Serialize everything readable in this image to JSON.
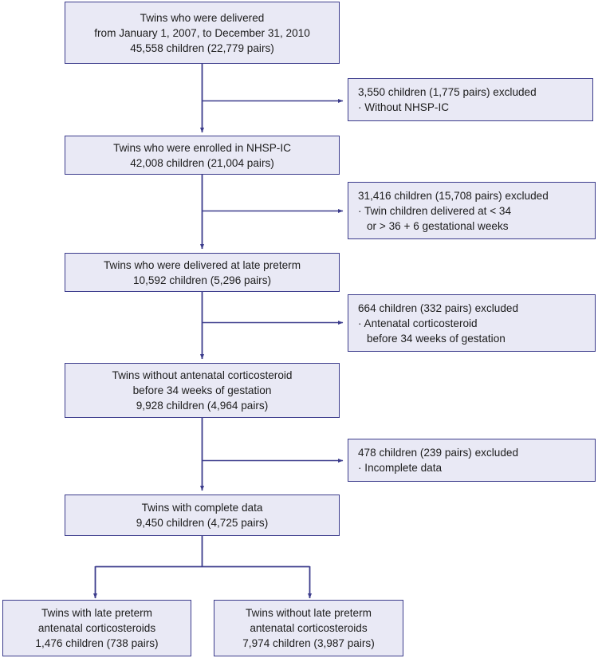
{
  "diagram": {
    "title": "Twins study participant flow diagram",
    "colors": {
      "box_fill": "#e9e9f5",
      "box_border": "#3c3c8c",
      "connector": "#3c3c8c",
      "text": "#1d1d1d",
      "background": "#ffffff"
    },
    "main_nodes": [
      {
        "id": "node-source-population",
        "lines": [
          "Twins who were delivered",
          "from January 1, 2007, to December 31, 2010",
          "45,558 children (22,779 pairs)"
        ]
      },
      {
        "id": "node-enrolled-nhsp-ic",
        "lines": [
          "Twins who were enrolled in NHSP-IC",
          "42,008 children (21,004 pairs)"
        ]
      },
      {
        "id": "node-late-preterm",
        "lines": [
          "Twins who were delivered at late preterm",
          "10,592 children (5,296 pairs)"
        ]
      },
      {
        "id": "node-without-early-corticosteroid",
        "lines": [
          "Twins without antenatal corticosteroid",
          "before 34 weeks of gestation",
          "9,928 children (4,964 pairs)"
        ]
      },
      {
        "id": "node-complete-data",
        "lines": [
          "Twins with complete data",
          "9,450 children (4,725 pairs)"
        ]
      }
    ],
    "exclusion_nodes": [
      {
        "id": "exclusion-without-nhsp-ic",
        "lines": [
          "3,550 children (1,775 pairs) excluded",
          "· Without NHSP-IC"
        ]
      },
      {
        "id": "exclusion-gestational-age",
        "lines": [
          "31,416 children (15,708 pairs) excluded",
          "· Twin children delivered at < 34",
          "or > 36 + 6 gestational weeks"
        ]
      },
      {
        "id": "exclusion-antenatal-corticosteroid",
        "lines": [
          "664 children (332 pairs) excluded",
          "· Antenatal corticosteroid",
          "before 34 weeks of gestation"
        ]
      },
      {
        "id": "exclusion-incomplete-data",
        "lines": [
          "478 children (239 pairs) excluded",
          "· Incomplete data"
        ]
      }
    ],
    "outcome_nodes": [
      {
        "id": "outcome-with-corticosteroids",
        "lines": [
          "Twins with late preterm",
          "antenatal corticosteroids",
          "1,476 children (738 pairs)"
        ]
      },
      {
        "id": "outcome-without-corticosteroids",
        "lines": [
          "Twins without late preterm",
          "antenatal corticosteroids",
          "7,974 children (3,987 pairs)"
        ]
      }
    ]
  }
}
